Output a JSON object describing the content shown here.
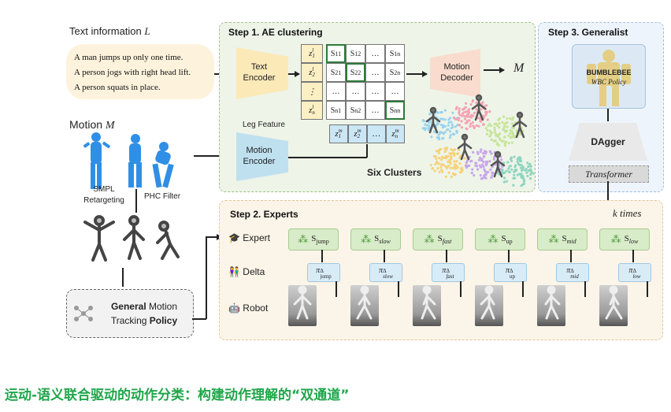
{
  "text_info": {
    "label": "Text information",
    "symbol": "L",
    "lines": [
      "A man jumps up only one time.",
      "A person jogs with right head lift.",
      "A person squats in place."
    ]
  },
  "motion": {
    "label": "Motion",
    "symbol": "M",
    "smpl": "SMPL\nRetargeting",
    "phc": "PHC Filter"
  },
  "policy": {
    "bold1": "General",
    "rest1": " Motion",
    "rest2": "Tracking ",
    "bold2": "Policy"
  },
  "step1": {
    "title": "Step 1. AE clustering",
    "text_encoder": [
      "Text",
      "Encoder"
    ],
    "motion_encoder": [
      "Motion",
      "Encoder"
    ],
    "leg_feature": "Leg Feature",
    "motion_decoder": [
      "Motion",
      "Decoder"
    ],
    "output": "M",
    "z_text": [
      "z1L",
      "z2L",
      "⋮",
      "znL"
    ],
    "matrix": [
      [
        "S11",
        "S12",
        "…",
        "S1n"
      ],
      [
        "S21",
        "S22",
        "…",
        "S2n"
      ],
      [
        "…",
        "…",
        "…",
        "…"
      ],
      [
        "Sn1",
        "Sn2",
        "…",
        "Snn"
      ]
    ],
    "z_motion": [
      "z1m",
      "z2m",
      "…",
      "znm"
    ],
    "clusters": "Six Clusters"
  },
  "step2": {
    "title": "Step 2. Experts",
    "k_times": "k times",
    "rows": [
      "Expert",
      "Delta",
      "Robot"
    ],
    "experts": [
      "jump",
      "slow",
      "fast",
      "up",
      "mid",
      "low"
    ]
  },
  "step3": {
    "title": "Step 3. Generalist",
    "robot_name": "BUMBLEBEE",
    "robot_sub": "WBC Policy",
    "dagger": "DAgger",
    "transformer": "Transformer"
  },
  "caption": "运动-语义联合驱动的动作分类：构建动作理解的“双通道”",
  "colors": {
    "step1_bg": "#eef4e8",
    "step2_bg": "#fbf4e8",
    "step3_bg": "#eef4fb",
    "caption": "#1fa64a"
  }
}
